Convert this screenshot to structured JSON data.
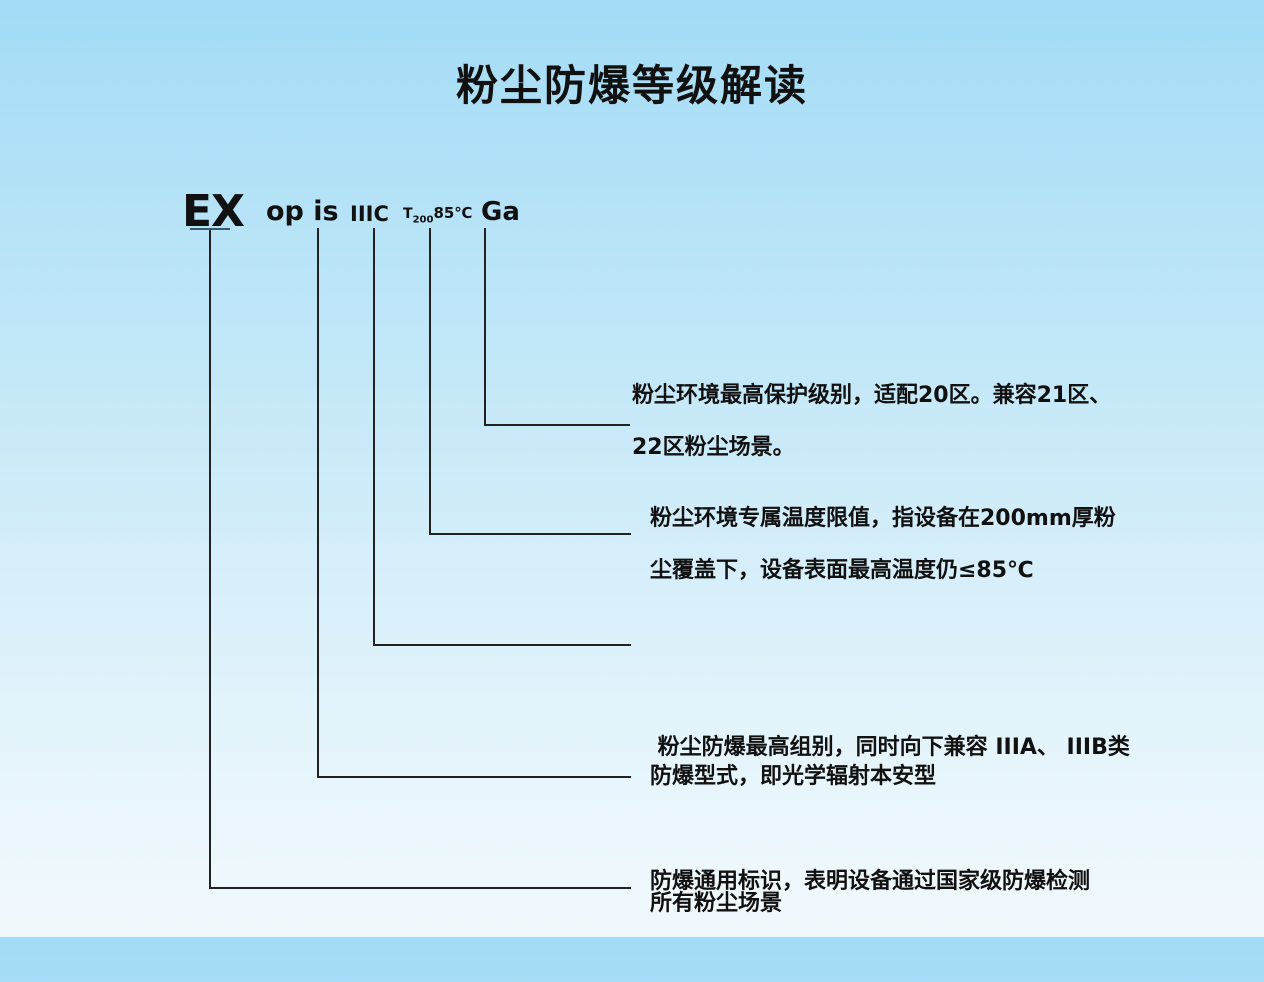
{
  "title": "粉尘防爆等级解读",
  "marking": {
    "ex": "EX",
    "type": "op is",
    "group": "IIIC",
    "temp_prefix": "T",
    "temp_sub": "200",
    "temp_value": "85℃",
    "epl": "Ga"
  },
  "descriptions": {
    "epl": [
      "粉尘环境最高保护级别，适配20区。兼容21区、",
      "22区粉尘场景。"
    ],
    "temp": [
      "粉尘环境专属温度限值，指设备在200mm厚粉",
      "尘覆盖下，设备表面最高温度仍≤85℃"
    ],
    "group": [
      " 粉尘防爆最高组别，同时向下兼容 IIIA、 IIIB类",
      "所有粉尘场景"
    ],
    "type": [
      "防爆型式，即光学辐射本安型"
    ],
    "ex": [
      "防爆通用标识，表明设备通过国家级防爆检测"
    ]
  }
}
